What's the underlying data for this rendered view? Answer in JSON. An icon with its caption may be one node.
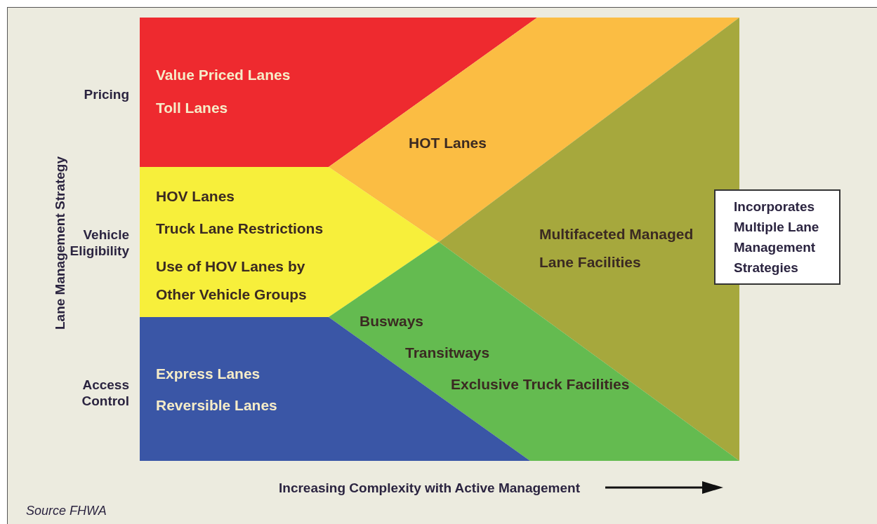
{
  "diagram": {
    "caption": "Source FHWA",
    "nodes": [
      {
        "text": [
          "Value Priced Lanes",
          "Toll Lanes"
        ]
      },
      {
        "text": [
          "HOT Lanes"
        ]
      },
      {
        "text": [
          "HOV Lanes",
          "Truck Lane Restrictions",
          "Use of HOV Lanes by Other Vehicle Groups"
        ]
      },
      {
        "text": [
          "Multifaceted Managed Lane Facilities"
        ]
      },
      {
        "text": [
          "Incorporates Multiple Lane Management Strategies"
        ]
      },
      {
        "text": [
          "Busways",
          "Transitways",
          "Exclusive Truck Facilities"
        ]
      },
      {
        "text": [
          "Express Lanes",
          "Reversible Lanes"
        ]
      }
    ],
    "labels": [
      "Lane Management Strategy",
      "Pricing",
      "Vehicle Eligibility",
      "Access Control",
      "Increasing Complexity with Active Management"
    ]
  }
}
